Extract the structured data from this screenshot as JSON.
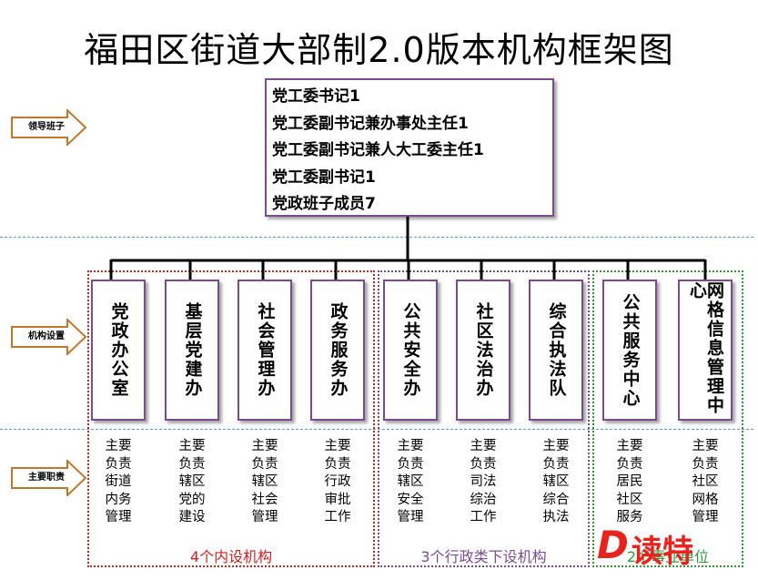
{
  "title": "福田区街道大部制2.0版本机构框架图",
  "leadership": [
    "党工委书记1",
    "党工委副书记兼办事处主任1",
    "党工委副书记兼人大工委主任1",
    "党工委副书记1",
    "党政班子成员7"
  ],
  "side_labels": {
    "leadership": "领导班子",
    "structure": "机构设置",
    "duties": "主要职责"
  },
  "units": [
    {
      "name": "党政办公室",
      "duty": [
        "主要",
        "负责",
        "街道",
        "内务",
        "管理"
      ]
    },
    {
      "name": "基层党建办",
      "duty": [
        "主要",
        "负责",
        "辖区",
        "党的",
        "建设"
      ]
    },
    {
      "name": "社会管理办",
      "duty": [
        "主要",
        "负责",
        "辖区",
        "社会",
        "管理"
      ]
    },
    {
      "name": "政务服务办",
      "duty": [
        "主要",
        "负责",
        "行政",
        "审批",
        "工作"
      ]
    },
    {
      "name": "公共安全办",
      "duty": [
        "主要",
        "负责",
        "辖区",
        "安全",
        "管理"
      ]
    },
    {
      "name": "社区法治办",
      "duty": [
        "主要",
        "负责",
        "司法",
        "综治",
        "工作"
      ]
    },
    {
      "name": "综合执法队",
      "duty": [
        "主要",
        "负责",
        "辖区",
        "综合",
        "执法"
      ]
    },
    {
      "name": "公共服务中心",
      "duty": [
        "主要",
        "负责",
        "居民",
        "社区",
        "服务"
      ]
    },
    {
      "name": "网格信息管理中心",
      "duty": [
        "主要",
        "负责",
        "社区",
        "网格",
        "管理"
      ]
    }
  ],
  "groups": {
    "internal": "4个内设机构",
    "admin": "3个行政类下设机构",
    "public": "2个事业单位"
  },
  "watermark": {
    "mark": "D",
    "text": "读特"
  },
  "colors": {
    "red_group": "#cc2222",
    "purple_group": "#7a4c8f",
    "green_group": "#2e9a3c",
    "box_border": "#7a4c8f"
  }
}
